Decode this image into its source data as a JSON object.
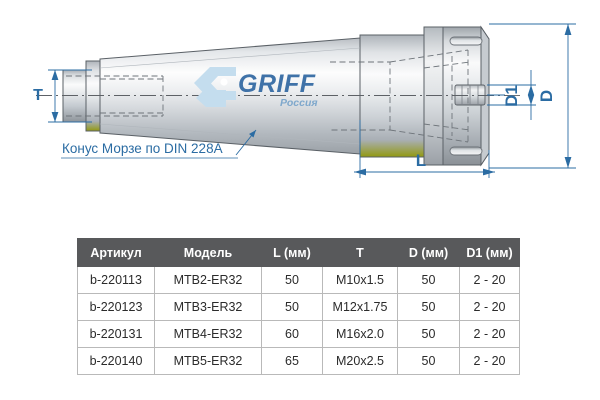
{
  "drawing": {
    "title_label": "Конус Морзе по DIN 228A",
    "dimensions": {
      "t_label": "T",
      "d_label": "D",
      "d1_label": "D1",
      "l_label": "L"
    },
    "colors": {
      "dimension_blue": "#2b6ca3",
      "logo_blue": "#3f72a8",
      "logo_fill": "#c4ddee",
      "body_light": "#fdfdfd",
      "body_mid": "#d7dadd",
      "body_dark": "#9aa0a6",
      "outline": "#5a6066"
    }
  },
  "logo": {
    "brand": "GRIFF",
    "subtitle": "Россия"
  },
  "spec_table": {
    "headers": [
      "Артикул",
      "Модель",
      "L (мм)",
      "T",
      "D (мм)",
      "D1 (мм)"
    ],
    "rows": [
      [
        "b-220113",
        "MTB2-ER32",
        "50",
        "M10x1.5",
        "50",
        "2 - 20"
      ],
      [
        "b-220123",
        "MTB3-ER32",
        "50",
        "M12x1.75",
        "50",
        "2 - 20"
      ],
      [
        "b-220131",
        "MTB4-ER32",
        "60",
        "M16x2.0",
        "50",
        "2 - 20"
      ],
      [
        "b-220140",
        "MTB5-ER32",
        "65",
        "M20x2.5",
        "50",
        "2 - 20"
      ]
    ],
    "header_bg": "#58595b",
    "border_color": "#b9b9b9"
  }
}
